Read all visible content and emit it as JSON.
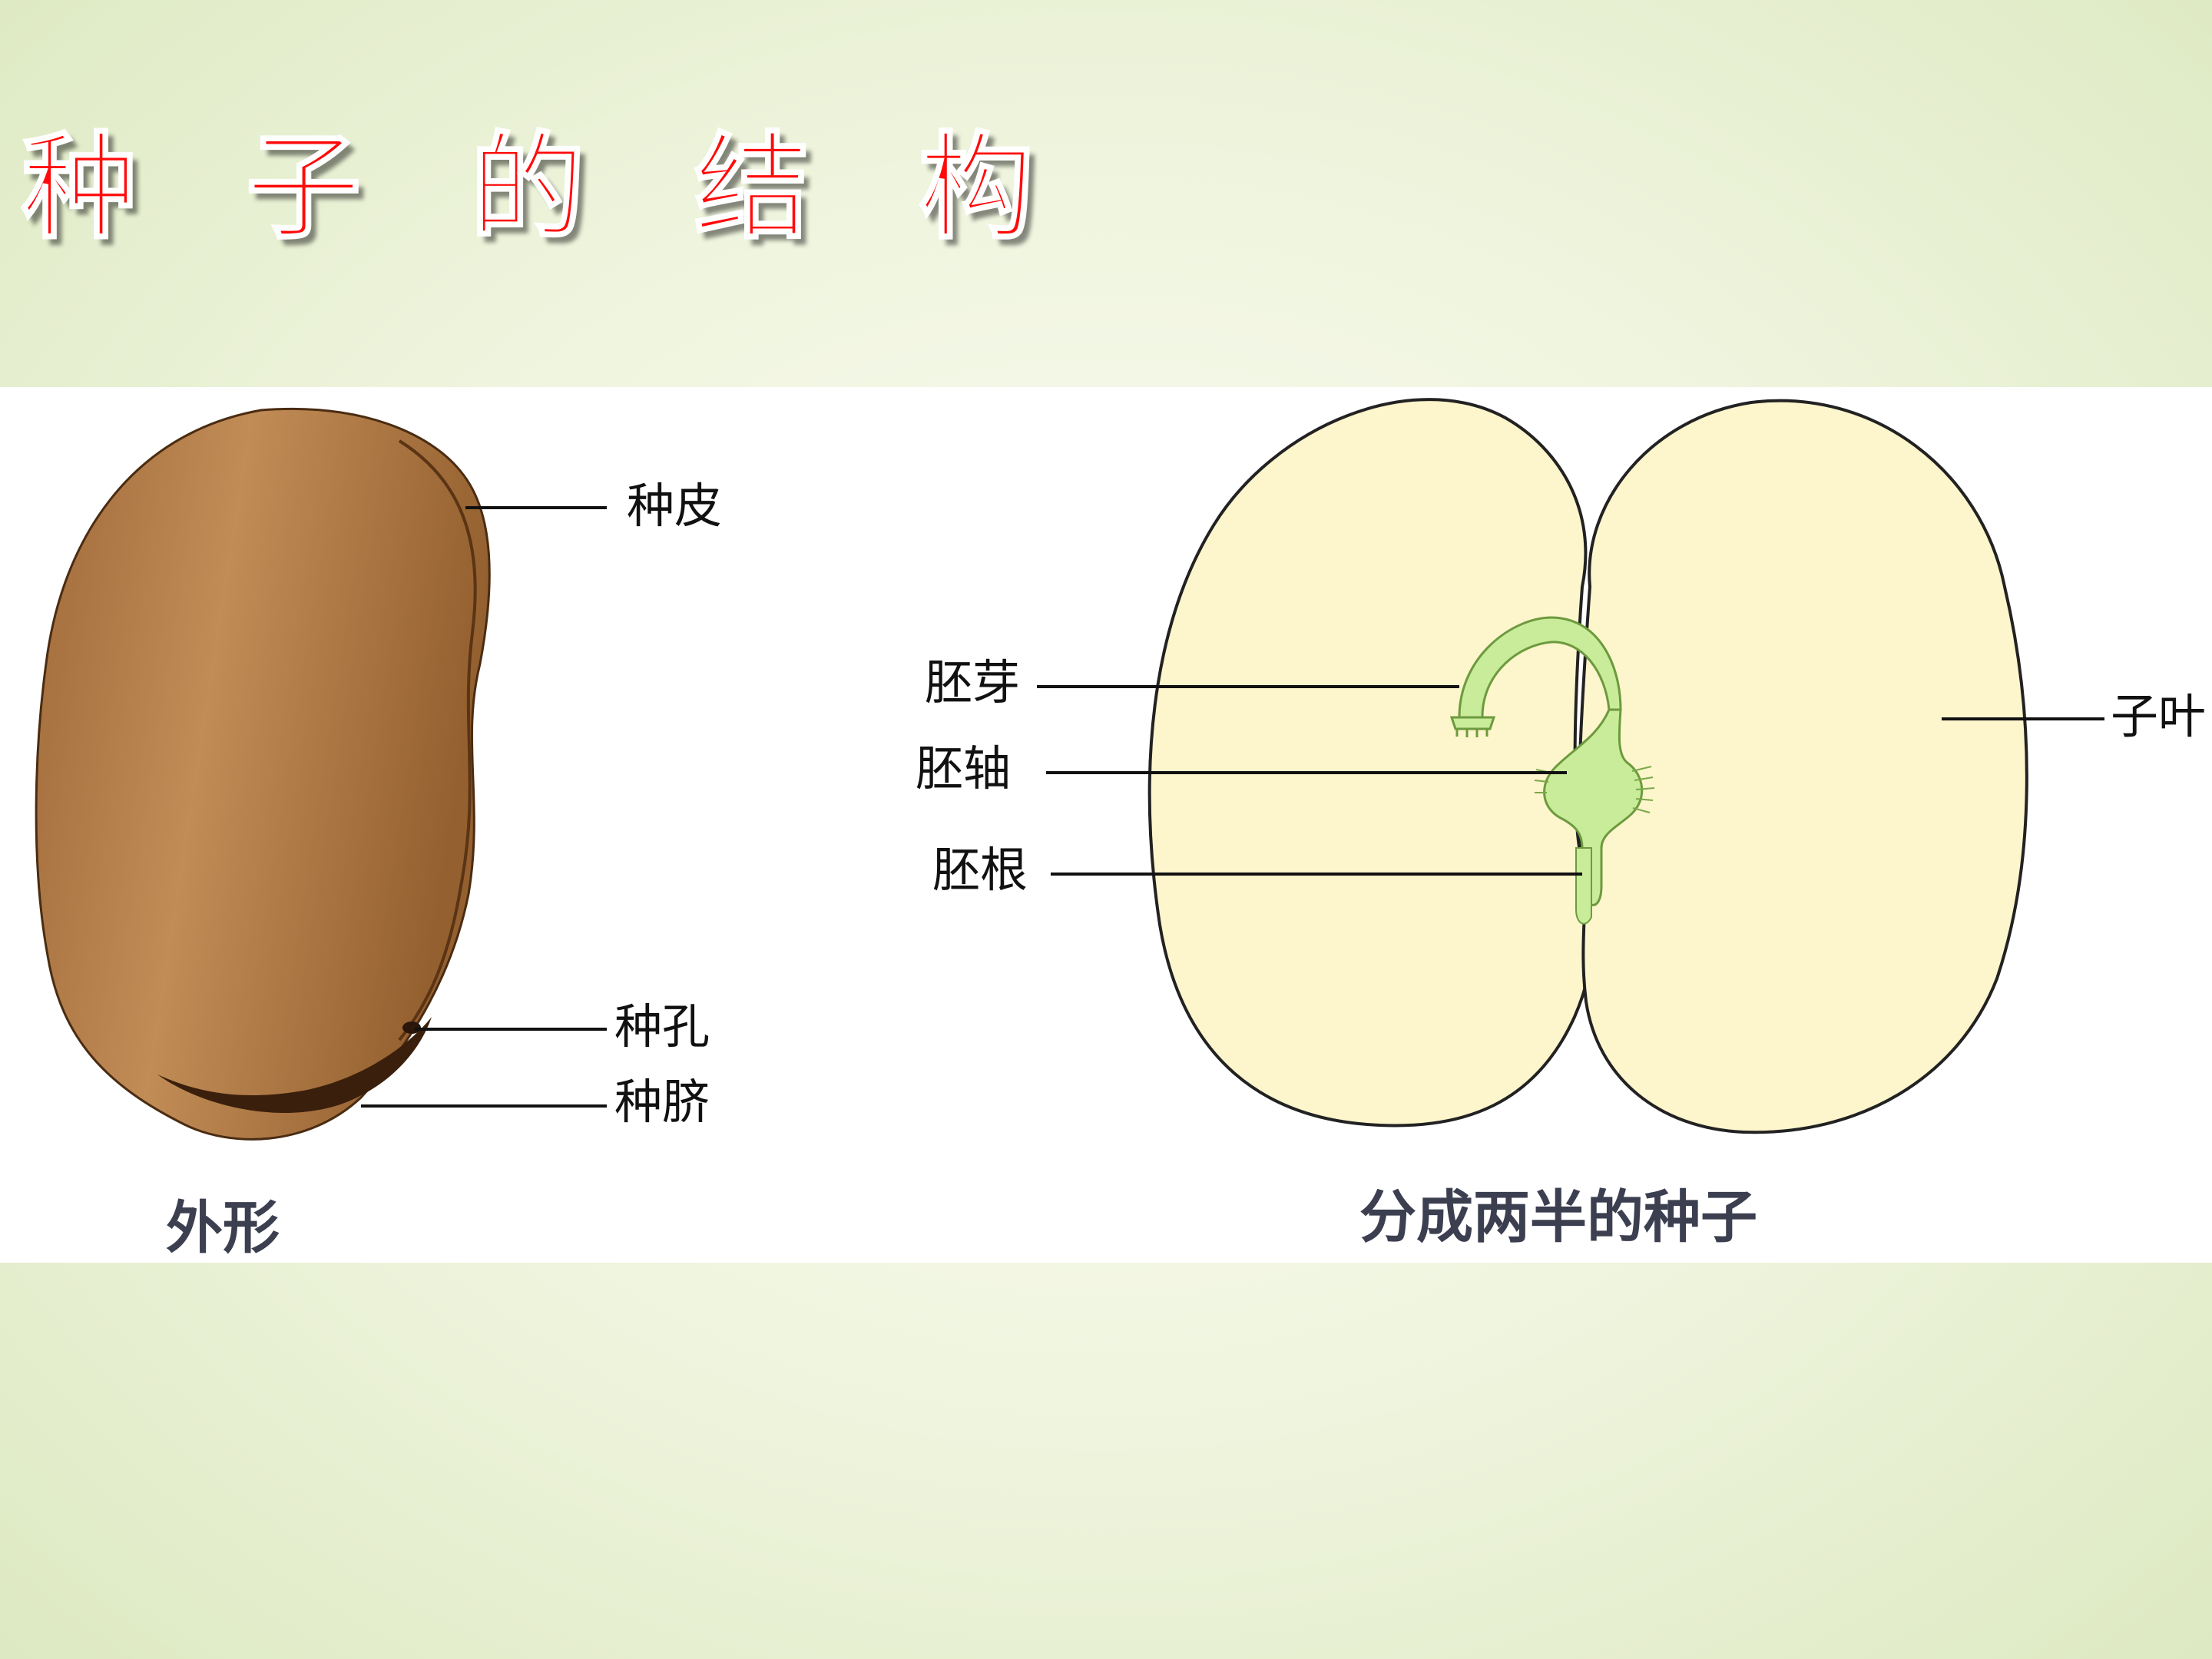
{
  "title": "种子的结构",
  "external_view": {
    "caption": "外形",
    "labels": {
      "seed_coat": "种皮",
      "micropyle": "种孔",
      "hilum": "种脐"
    }
  },
  "split_view": {
    "caption": "分成两半的种子",
    "labels": {
      "plumule": "胚芽",
      "hypocotyl": "胚轴",
      "radicle": "胚根",
      "cotyledon": "子叶"
    }
  },
  "colors": {
    "title": "#ff0a0a",
    "seed_coat": "#b5804a",
    "cotyledon": "#fdf5cc",
    "embryo": "#c8ec9a"
  }
}
